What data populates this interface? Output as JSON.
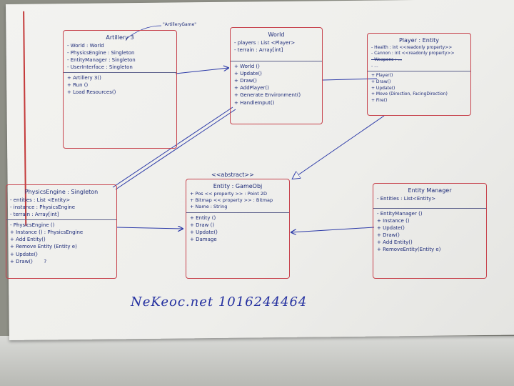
{
  "boxes": {
    "artillery": {
      "title": "Artillery 3",
      "attributes": [
        "- World : World",
        "- PhysicsEngine : Singleton",
        "- EntityManager : Singleton",
        "- UserInterface : Singleton"
      ],
      "methods": [
        "+ Artillery 3()",
        "+ Run ()",
        "+ Load Resources()"
      ]
    },
    "world": {
      "title": "World",
      "attributes": [
        "- players : List <Player>",
        "- terrain : Array[int]"
      ],
      "methods": [
        "+ World ()",
        "+ Update()",
        "+ Draw()",
        "+ AddPlayer()",
        "+ Generate Environment()",
        "+ HandleInput()"
      ]
    },
    "player": {
      "title": "Player : Entity",
      "attributes": [
        "- Health : int <<readonly property>>",
        "- Cannon : int <<readonly property>>",
        "- Weapons : ...",
        "- ..."
      ],
      "methods": [
        "+ Player()",
        "+ Draw()",
        "+ Update()",
        "+ Move (Direction, FacingDirection)",
        "+ Fire()"
      ]
    },
    "physics": {
      "title": "PhysicsEngine : Singleton",
      "attributes": [
        "- entities : List <Entity>",
        "- instance : PhysicsEngine",
        "- terrain : Array[int]"
      ],
      "methods": [
        "- PhysicsEngine ()",
        "+ Instance () : PhysicsEngine",
        "+ Add Entity()",
        "+ Remove Entity (Entity e)",
        "+ Update()",
        "+ Draw()"
      ]
    },
    "entity": {
      "stereotype": "<<abstract>>",
      "title": "Entity : GameObj",
      "attributes": [
        "+ Pos << property >> : Point 2D",
        "+ Bitmap << property >> : Bitmap",
        "+ Name : String"
      ],
      "methods": [
        "+ Entity ()",
        "+ Draw ()",
        "+ Update()",
        "+ Damage"
      ]
    },
    "entitymanager": {
      "title": "Entity Manager",
      "attributes": [
        "- Entities : List<Entity>"
      ],
      "methods": [
        "- EntityManager ()",
        "+ Instance ()",
        "+ Update()",
        "+ Draw()",
        "+ Add Entity()",
        "+ RemoveEntity(Entity e)"
      ]
    }
  },
  "annotations": {
    "artillery_note": "\"ArtilleryGame\"",
    "question_mark": "?",
    "signature": "NeKeoc.net  1016244464"
  }
}
